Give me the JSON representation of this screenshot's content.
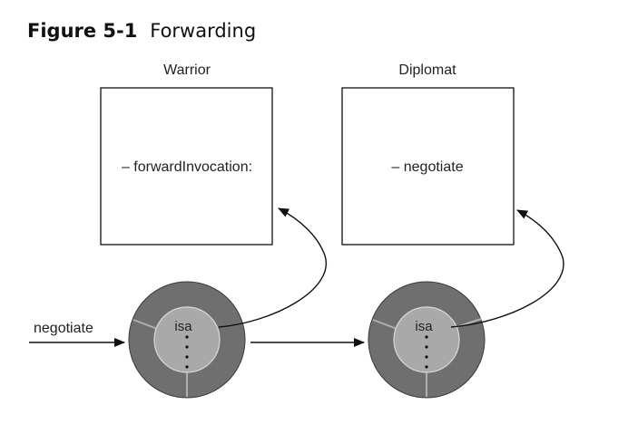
{
  "figure": {
    "number": "Figure 5-1",
    "caption": "Forwarding"
  },
  "classes": [
    {
      "name": "Warrior",
      "method": "– forwardInvocation:"
    },
    {
      "name": "Diplomat",
      "method": "– negotiate"
    }
  ],
  "objects": [
    {
      "isa_label": "isa"
    },
    {
      "isa_label": "isa"
    }
  ],
  "message": {
    "label": "negotiate"
  },
  "icons": {
    "object": "object-instance-disc-icon",
    "arrow": "arrow-icon"
  },
  "colors": {
    "outer_ring": "#6f6f6f",
    "inner_core": "#a9a9a9",
    "lines": "#111111"
  }
}
